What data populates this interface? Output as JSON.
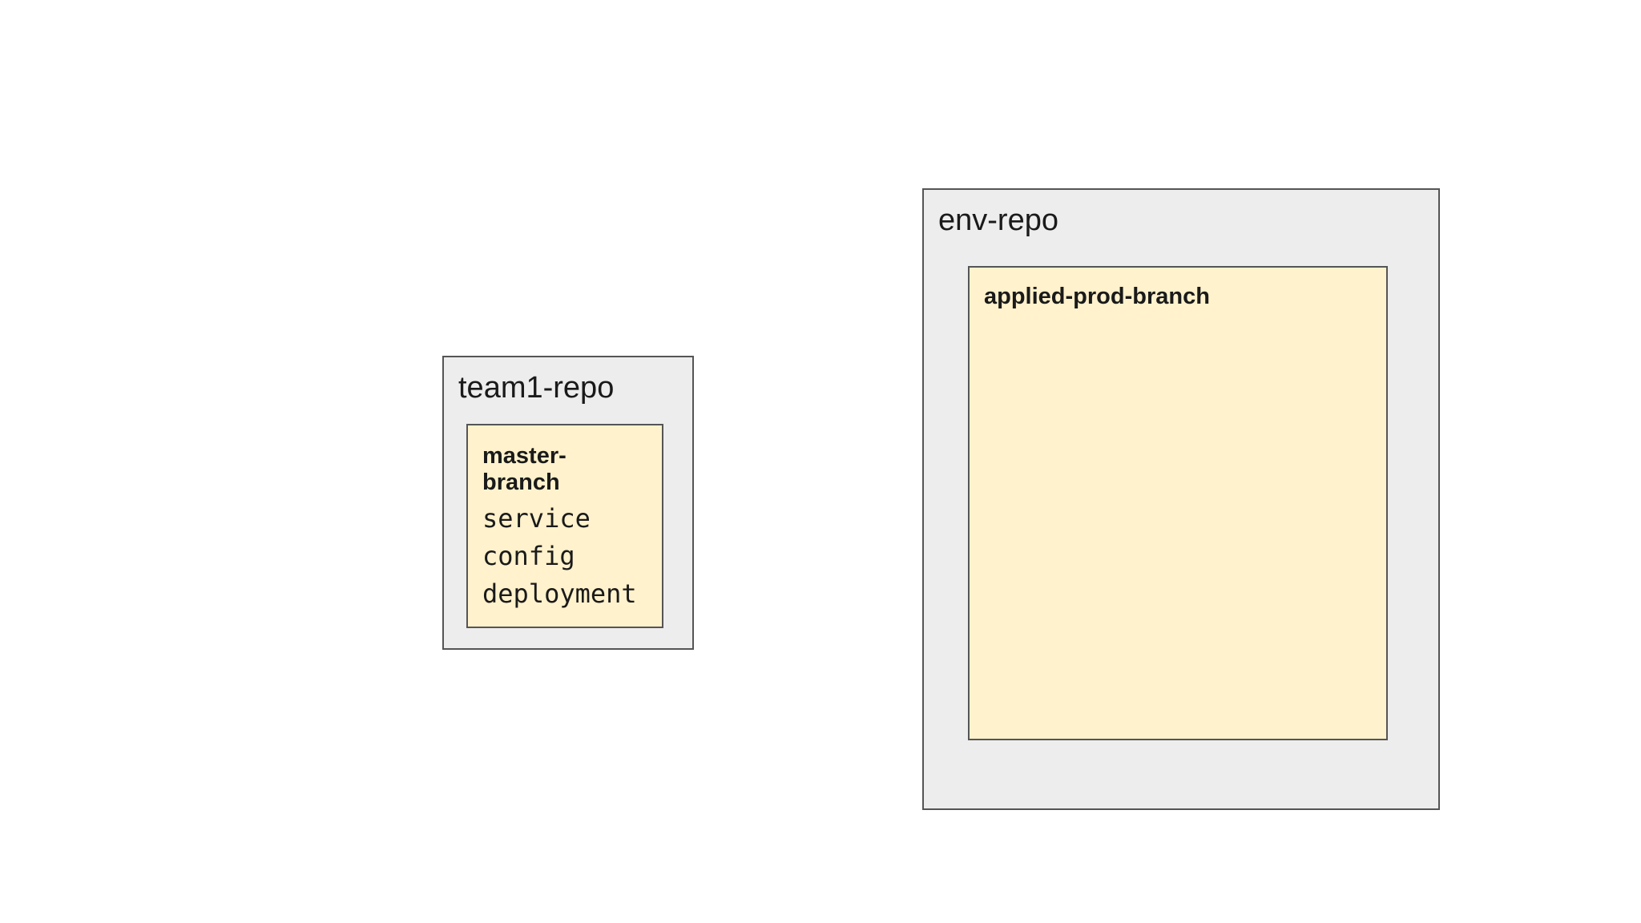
{
  "diagram": {
    "type": "nested-container-diagram",
    "colors": {
      "canvas_bg": "#ffffff",
      "container_fill": "#ededed",
      "container_border": "#555555",
      "branch_fill": "#fff2cc",
      "branch_border": "#555555",
      "text_color": "#1a1a1a"
    },
    "repos": [
      {
        "label": "team1-repo",
        "branch": {
          "label": "master-branch",
          "files": [
            "service",
            "config",
            "deployment"
          ]
        }
      },
      {
        "label": "env-repo",
        "branch": {
          "label": "applied-prod-branch",
          "files": []
        }
      }
    ]
  }
}
